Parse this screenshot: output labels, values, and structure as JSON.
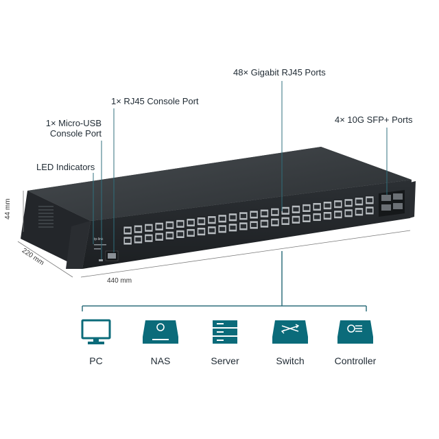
{
  "callouts": {
    "gigabit_ports": "48× Gigabit RJ45 Ports",
    "rj45_console": "1× RJ45 Console Port",
    "microusb_console_line1": "1× Micro-USB",
    "microusb_console_line2": "Console Port",
    "sfp_ports": "4× 10G SFP+ Ports",
    "led_indicators": "LED Indicators"
  },
  "dimensions": {
    "height": "44 mm",
    "depth": "220 mm",
    "width": "440 mm"
  },
  "devices": [
    {
      "label": "PC",
      "icon": "pc-icon"
    },
    {
      "label": "NAS",
      "icon": "nas-icon"
    },
    {
      "label": "Server",
      "icon": "server-icon"
    },
    {
      "label": "Switch",
      "icon": "switch-icon"
    },
    {
      "label": "Controller",
      "icon": "controller-icon"
    }
  ],
  "colors": {
    "accent": "#0b6b7a",
    "chassis": "#2b2f33",
    "leader": "#2f6f7c"
  }
}
